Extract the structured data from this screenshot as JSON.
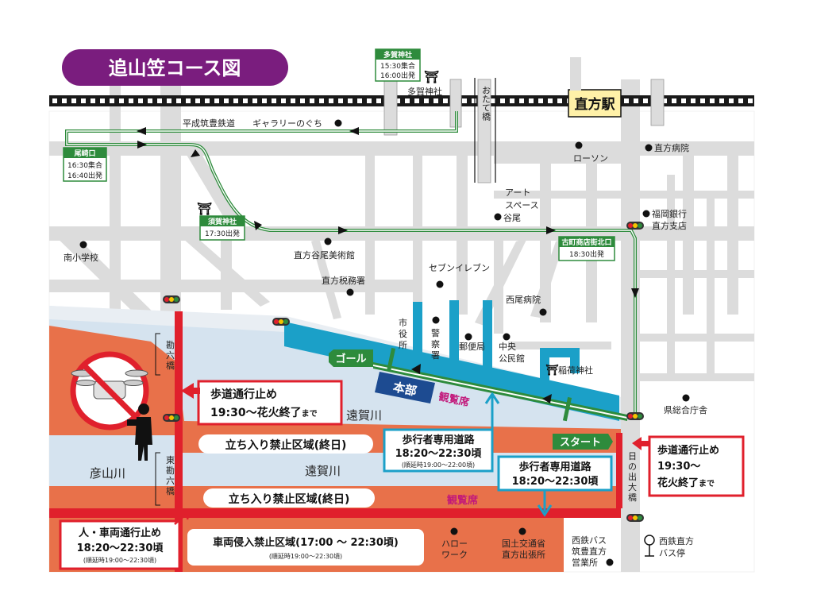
{
  "title": "追山笠コース図",
  "stations": {
    "nogata": "直方駅"
  },
  "railway": {
    "line": "平成筑豊鉄道"
  },
  "bridges": {
    "otate": "おたて橋",
    "kanroku": "勘六橋",
    "higashi_kanroku": "東勘六橋",
    "hinode": "日の出大橋"
  },
  "rivers": {
    "onga_1": "遠賀川",
    "onga_2": "遠賀川",
    "hikosan": "彦山川"
  },
  "checkpoints": [
    {
      "name": "多賀神社",
      "line1": "15:30集合",
      "line2": "16:00出発"
    },
    {
      "name": "尾崎口",
      "line1": "16:30集合",
      "line2": "16:40出発"
    },
    {
      "name": "須賀神社",
      "line1": "17:30出発",
      "line2": ""
    },
    {
      "name": "古町商店街北口",
      "line1": "18:30出発",
      "line2": ""
    }
  ],
  "landmarks": {
    "taga_shrine": "多賀神社",
    "gallery": "ギャラリーのぐち",
    "lawson": "ローソン",
    "hospital": "直方病院",
    "art_space": "アート スペース 谷尾",
    "art_space_lines": [
      "アート",
      "スペース",
      "谷尾"
    ],
    "suga_shrine": "須賀神社",
    "fukuoka_bank": "福岡銀行 直方支店",
    "fukuoka_bank_lines": [
      "福岡銀行",
      "直方支店"
    ],
    "minami_school": "南小学校",
    "tanio_museum": "直方谷尾美術館",
    "seven": "セブンイレブン",
    "tax_office": "直方税務署",
    "nishio_hospital": "西尾病院",
    "city_hall": "市役所",
    "police": "警察署",
    "post": "郵便局",
    "community_center": "中央 公民館",
    "community_center_lines": [
      "中央",
      "公民館"
    ],
    "inari_shrine": "稲荷神社",
    "pref_office": "県総合庁舎",
    "hellowork": "ハロー ワーク",
    "hellowork_lines": [
      "ハロー",
      "ワーク"
    ],
    "mlit": "国土交通省 直方出張所",
    "mlit_lines": [
      "国土交通省",
      "直方出張所"
    ],
    "nishitetsu_office": "西鉄バス 筑豊直方 営業所",
    "nishitetsu_office_lines": [
      "西鉄バス",
      "筑豊直方",
      "営業所"
    ],
    "bus_stop": "西鉄直方 バス停",
    "bus_stop_lines": [
      "西鉄直方",
      "バス停"
    ]
  },
  "course": {
    "goal": "ゴール",
    "start": "スタート",
    "headquarters": "本部",
    "spectator": "観覧席"
  },
  "notices": {
    "sidewalk_left_line1": "歩道通行止め",
    "sidewalk_left_line2": "19:30～花火終了",
    "sidewalk_left_suffix": "まで",
    "sidewalk_right_line1": "歩道通行止め",
    "sidewalk_right_line2": "19:30～",
    "sidewalk_right_line3": "花火終了",
    "sidewalk_right_suffix": "まで",
    "pedestrian1_title": "歩行者専用道路",
    "pedestrian1_time": "18:20～22:30頃",
    "pedestrian1_note": "(順延時19:00～22:00頃)",
    "pedestrian2_title": "歩行者専用道路",
    "pedestrian2_time": "18:20～22:30頃",
    "no_entry_1": "立ち入り禁止区域(終日)",
    "no_entry_2": "立ち入り禁止区域(終日)",
    "vehicle_stop_line1": "人・車両通行止め",
    "vehicle_stop_line2": "18:20～22:30頃",
    "vehicle_stop_note": "(順延時19:00～22:30頃)",
    "vehicle_ban": "車両侵入禁止区域(17:00 ～ 22:30頃)",
    "vehicle_ban_note": "(順延時19:00～22:30頃)"
  },
  "colors": {
    "course_green": "#2e8b3c",
    "river_blue": "#d5e3ef",
    "riverbank_orange": "#e8714a",
    "road_gray": "#dcdcdc",
    "restricted_red": "#e0202c",
    "walkway_cyan": "#1ba0c8",
    "title_purple": "#7a1d7e",
    "hq_navy": "#1d4b91"
  }
}
